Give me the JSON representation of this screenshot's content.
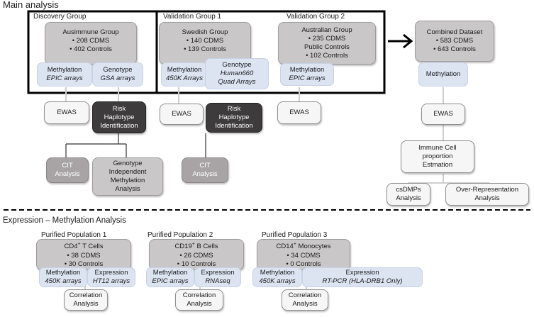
{
  "main_title": "Main analysis",
  "expr_title": "Expression – Methylation Analysis",
  "discovery": {
    "label": "Discovery Group",
    "cohort_name": "Ausimmune Group",
    "bullets": [
      "208 CDMS",
      "402 Controls"
    ],
    "methylation": {
      "title": "Methylation",
      "platform": "EPIC arrays"
    },
    "genotype": {
      "title": "Genotype",
      "platform": "GSA arrays"
    },
    "ewas": "EWAS",
    "risk": [
      "Risk",
      "Haplotype",
      "Identification"
    ],
    "cit": [
      "CIT",
      "Analysis"
    ],
    "gima": [
      "Genotype",
      "Independent",
      "Methylation",
      "Analysis"
    ]
  },
  "validation1": {
    "label": "Validation Group 1",
    "cohort_name": "Swedish Group",
    "bullets": [
      "140 CDMS",
      "139 Controls"
    ],
    "methylation": {
      "title": "Methylation",
      "platform": "450K Arrays"
    },
    "genotype": {
      "title": "Genotype",
      "platform1": "Human660",
      "platform2": "Quad Arrays"
    },
    "ewas": "EWAS",
    "risk": [
      "Risk",
      "Haplotype",
      "Identification"
    ],
    "cit": [
      "CIT",
      "Analysis"
    ]
  },
  "validation2": {
    "label": "Validation Group 2",
    "cohort_name": "Australian Group",
    "line1": "235 CDMS",
    "line2": "Public Controls",
    "line3": "102 Controls",
    "methylation": {
      "title": "Methylation",
      "platform": "EPIC arrays"
    },
    "ewas": "EWAS"
  },
  "combined": {
    "name": "Combined Dataset",
    "bullets": [
      "583 CDMS",
      "643 Controls"
    ],
    "methylation": "Methylation",
    "ewas": "EWAS",
    "immune": [
      "Immune Cell",
      "proportion",
      "Estmation"
    ],
    "csdmps": [
      "csDMPs",
      "Analysis"
    ],
    "ora": [
      "Over-Representation",
      "Analysis"
    ]
  },
  "pp1": {
    "label": "Purified Population 1",
    "cell_pre": "CD4",
    "cell_sup": "+",
    "cell_post": " T Cells",
    "bullets": [
      "38 CDMS",
      "30 Controls"
    ],
    "methylation": {
      "title": "Methylation",
      "platform": "450K arrays"
    },
    "expression": {
      "title": "Expression",
      "platform": "HT12 arrays"
    },
    "corr": [
      "Correlation",
      "Analysis"
    ]
  },
  "pp2": {
    "label_pre": "Purified Population 2",
    "cell_pre": "CD19",
    "cell_sup": "+",
    "cell_post": " B Cells",
    "bullets": [
      "26 CDMS",
      "10 Controls"
    ],
    "methylation": {
      "title": "Methylation",
      "platform": "EPIC arrays"
    },
    "expression": {
      "title": "Expression",
      "platform": "RNAseq"
    },
    "corr": [
      "Correlation",
      "Analysis"
    ]
  },
  "pp3": {
    "label": "Purified Population 3",
    "cell_pre": "CD14",
    "cell_sup": "+",
    "cell_post": " Monocytes",
    "bullets": [
      "34 CDMS",
      "0 Controls"
    ],
    "methylation": {
      "title": "Methylation",
      "platform": "450K arrays"
    },
    "expression": {
      "title": "Expression",
      "platform": "RT-PCR (HLA-DRB1 Only)"
    },
    "corr": [
      "Correlation",
      "Analysis"
    ]
  },
  "colors": {
    "cohort_grey": "#c9c7c8",
    "platform_blue": "#dce4f2",
    "dark_box": "#3d3b3b",
    "analysis_grey": "#a8a4a5"
  }
}
